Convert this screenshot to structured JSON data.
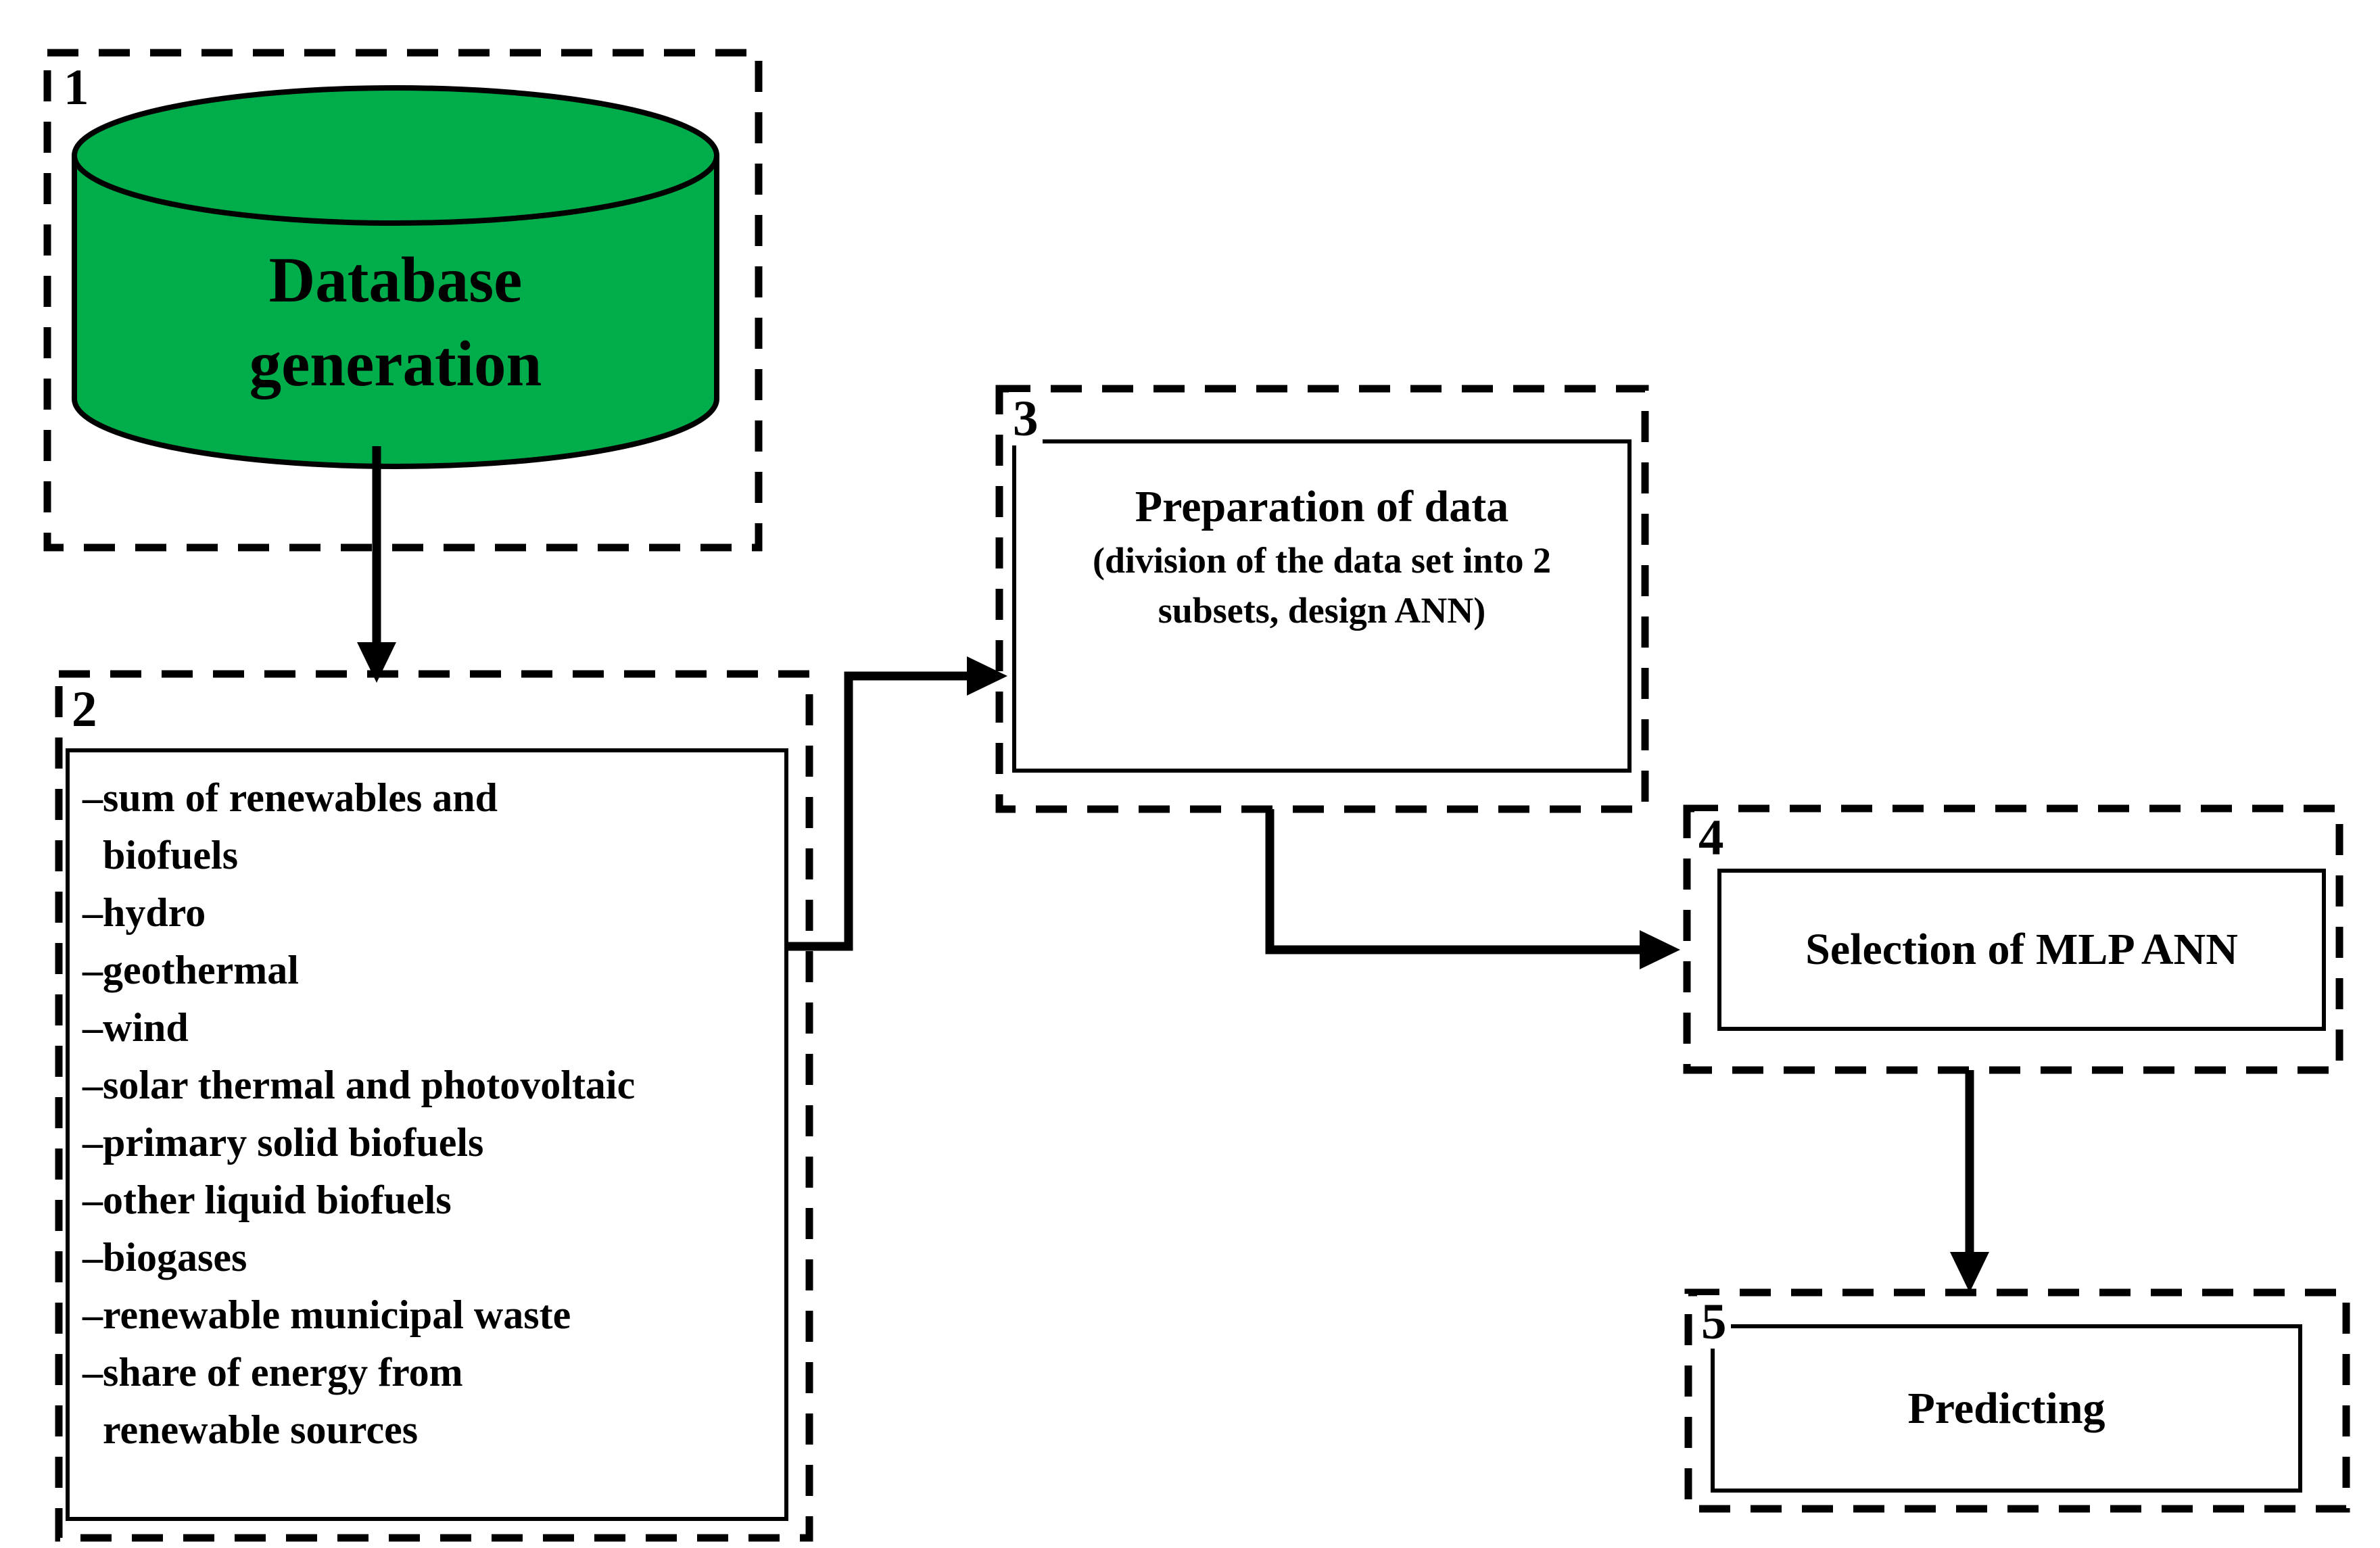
{
  "canvas": {
    "background_color": "#FFFFFF",
    "line_color": "#000000"
  },
  "step1": {
    "number": "1",
    "label_line1": "Database",
    "label_line2": "generation",
    "cylinder_color": "#00AD4B"
  },
  "step2": {
    "number": "2",
    "dash": "–",
    "items": [
      {
        "lines": [
          "sum of renewables and",
          "biofuels"
        ]
      },
      {
        "lines": [
          "hydro"
        ]
      },
      {
        "lines": [
          "geothermal"
        ]
      },
      {
        "lines": [
          "wind"
        ]
      },
      {
        "lines": [
          "solar thermal and photovoltaic"
        ]
      },
      {
        "lines": [
          "primary solid biofuels"
        ]
      },
      {
        "lines": [
          "other liquid biofuels"
        ]
      },
      {
        "lines": [
          "biogases"
        ]
      },
      {
        "lines": [
          "renewable municipal waste"
        ]
      },
      {
        "lines": [
          "share of energy from",
          "renewable sources"
        ]
      }
    ]
  },
  "step3": {
    "number": "3",
    "title": "Preparation of data",
    "subtitle_line1": "(division of the data set into 2",
    "subtitle_line2": "subsets, design ANN)"
  },
  "step4": {
    "number": "4",
    "title": "Selection of MLP ANN"
  },
  "step5": {
    "number": "5",
    "title": "Predicting"
  }
}
